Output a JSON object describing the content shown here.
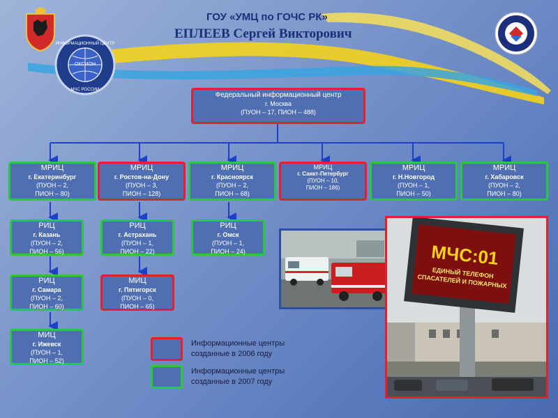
{
  "header": {
    "org": "ГОУ «УМЦ по ГОЧС РК»",
    "name": "ЕПЛЕЕВ Сергей Викторович",
    "logo_left_text": [
      "ИНФОРМАЦИОННЫЙ ЦЕНТР",
      "ОКСИОН",
      "МЧС РОССИИ"
    ]
  },
  "root": {
    "title": "Федеральный информационный центр",
    "city": "г. Москва",
    "stats": "(ПУОН – 17, ПИОН – 488)"
  },
  "level1": [
    {
      "type": "МРИЦ",
      "city": "г. Екатеринбург",
      "puon": "(ПУОН – 2,",
      "pion": "ПИОН – 80)",
      "year": "2007"
    },
    {
      "type": "МРИЦ",
      "city": "г. Ростов-на-Дону",
      "puon": "(ПУОН – 3,",
      "pion": "ПИОН – 128)",
      "year": "2006"
    },
    {
      "type": "МРИЦ",
      "city": "г. Красноярск",
      "puon": "(ПУОН – 2,",
      "pion": "ПИОН – 68)",
      "year": "2007"
    },
    {
      "type": "МРИЦ",
      "city": "г. Санкт-Петербург",
      "puon": "(ПУОН – 10,",
      "pion": "ПИОН – 186)",
      "year": "2006"
    },
    {
      "type": "МРИЦ",
      "city": "г. Н.Новгород",
      "puon": "(ПУОН – 1,",
      "pion": "ПИОН – 50)",
      "year": "2007"
    },
    {
      "type": "МРИЦ",
      "city": "г. Хабаровск",
      "puon": "(ПУОН – 2,",
      "pion": "ПИОН – 80)",
      "year": "2007"
    }
  ],
  "level2": [
    {
      "type": "РИЦ",
      "city": "г. Казань",
      "puon": "(ПУОН – 2,",
      "pion": "ПИОН – 56)",
      "year": "2007"
    },
    {
      "type": "РИЦ",
      "city": "г. Астрахань",
      "puon": "(ПУОН – 1,",
      "pion": "ПИОН – 22)",
      "year": "2007"
    },
    {
      "type": "РИЦ",
      "city": "г. Омск",
      "puon": "(ПУОН – 1,",
      "pion": "ПИОН – 24)",
      "year": "2007"
    },
    {
      "type": "РИЦ",
      "city": "г. Самара",
      "puon": "(ПУОН – 2,",
      "pion": "ПИОН – 60)",
      "year": "2007"
    },
    {
      "type": "МИЦ",
      "city": "г. Пятигорск",
      "puon": "(ПУОН – 0,",
      "pion": "ПИОН – 65)",
      "year": "2006"
    },
    {
      "type": "МИЦ",
      "city": "г. Ижевск",
      "puon": "(ПУОН – 1,",
      "pion": "ПИОН – 52)",
      "year": "2007"
    }
  ],
  "legend": [
    {
      "line1": "Информационные центры",
      "line2": "созданные в 2006 году",
      "color": "#e0222e"
    },
    {
      "line1": "Информационные центры",
      "line2": "созданные в 2007 году",
      "color": "#28c840"
    }
  ],
  "billboard": {
    "line1": "МЧС:01",
    "line2": "ЕДИНЫЙ ТЕЛЕФОН",
    "line3": "СПАСАТЕЛЕЙ И ПОЖАРНЫХ"
  },
  "colors": {
    "accent": "#1e2f7a",
    "arrows": "#1e3fc8",
    "box_fill": "#506fb3"
  }
}
